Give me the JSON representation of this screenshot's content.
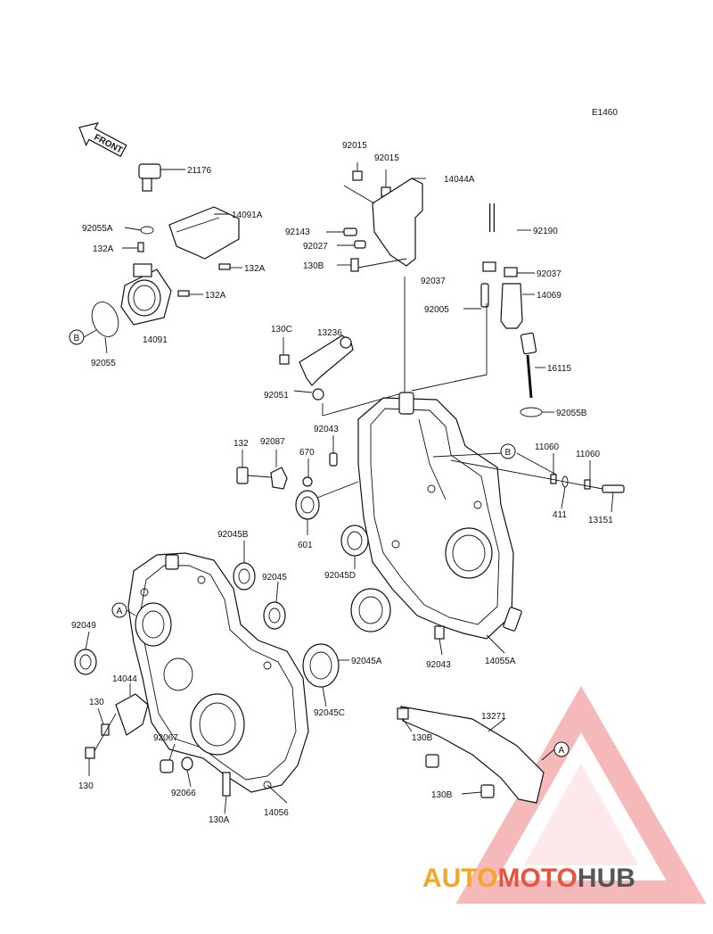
{
  "diagram_code": "E1460",
  "front_label": "FRONT",
  "callouts": [
    {
      "id": "c-21176",
      "text": "21176"
    },
    {
      "id": "c-92055A",
      "text": "92055A"
    },
    {
      "id": "c-14091A",
      "text": "14091A"
    },
    {
      "id": "c-132A-1",
      "text": "132A"
    },
    {
      "id": "c-132A-2",
      "text": "132A"
    },
    {
      "id": "c-132A-3",
      "text": "132A"
    },
    {
      "id": "c-14091",
      "text": "14091"
    },
    {
      "id": "c-92055",
      "text": "92055"
    },
    {
      "id": "c-92015-1",
      "text": "92015"
    },
    {
      "id": "c-92015-2",
      "text": "92015"
    },
    {
      "id": "c-14044A",
      "text": "14044A"
    },
    {
      "id": "c-92143",
      "text": "92143"
    },
    {
      "id": "c-92027",
      "text": "92027"
    },
    {
      "id": "c-130B-1",
      "text": "130B"
    },
    {
      "id": "c-92190",
      "text": "92190"
    },
    {
      "id": "c-92037-1",
      "text": "92037"
    },
    {
      "id": "c-92037-2",
      "text": "92037"
    },
    {
      "id": "c-92005",
      "text": "92005"
    },
    {
      "id": "c-14069",
      "text": "14069"
    },
    {
      "id": "c-130C",
      "text": "130C"
    },
    {
      "id": "c-13236",
      "text": "13236"
    },
    {
      "id": "c-16115",
      "text": "16115"
    },
    {
      "id": "c-92051",
      "text": "92051"
    },
    {
      "id": "c-92055B",
      "text": "92055B"
    },
    {
      "id": "c-92043-1",
      "text": "92043"
    },
    {
      "id": "c-132",
      "text": "132"
    },
    {
      "id": "c-92087",
      "text": "92087"
    },
    {
      "id": "c-670",
      "text": "670"
    },
    {
      "id": "c-11060-1",
      "text": "11060"
    },
    {
      "id": "c-11060-2",
      "text": "11060"
    },
    {
      "id": "c-411",
      "text": "411"
    },
    {
      "id": "c-13151",
      "text": "13151"
    },
    {
      "id": "c-601",
      "text": "601"
    },
    {
      "id": "c-92045B",
      "text": "92045B"
    },
    {
      "id": "c-92045D",
      "text": "92045D"
    },
    {
      "id": "c-92045",
      "text": "92045"
    },
    {
      "id": "c-92049",
      "text": "92049"
    },
    {
      "id": "c-92045A",
      "text": "92045A"
    },
    {
      "id": "c-92043-2",
      "text": "92043"
    },
    {
      "id": "c-14055A",
      "text": "14055A"
    },
    {
      "id": "c-14044",
      "text": "14044"
    },
    {
      "id": "c-130-1",
      "text": "130"
    },
    {
      "id": "c-92045C",
      "text": "92045C"
    },
    {
      "id": "c-13271",
      "text": "13271"
    },
    {
      "id": "c-92067",
      "text": "92067"
    },
    {
      "id": "c-130B-2",
      "text": "130B"
    },
    {
      "id": "c-130-2",
      "text": "130"
    },
    {
      "id": "c-92066",
      "text": "92066"
    },
    {
      "id": "c-130A",
      "text": "130A"
    },
    {
      "id": "c-14056",
      "text": "14056"
    },
    {
      "id": "c-130B-3",
      "text": "130B"
    }
  ],
  "reference_markers": [
    {
      "id": "m-B-1",
      "text": "B"
    },
    {
      "id": "m-B-2",
      "text": "B"
    },
    {
      "id": "m-A-1",
      "text": "A"
    },
    {
      "id": "m-A-2",
      "text": "A"
    }
  ],
  "watermark": {
    "part1": "AUTO",
    "part2": "MOTO",
    "part3": "HUB",
    "color1": "#f5a623",
    "color2": "#e8553f",
    "color3": "#555555",
    "triangle_color": "#f08080"
  }
}
